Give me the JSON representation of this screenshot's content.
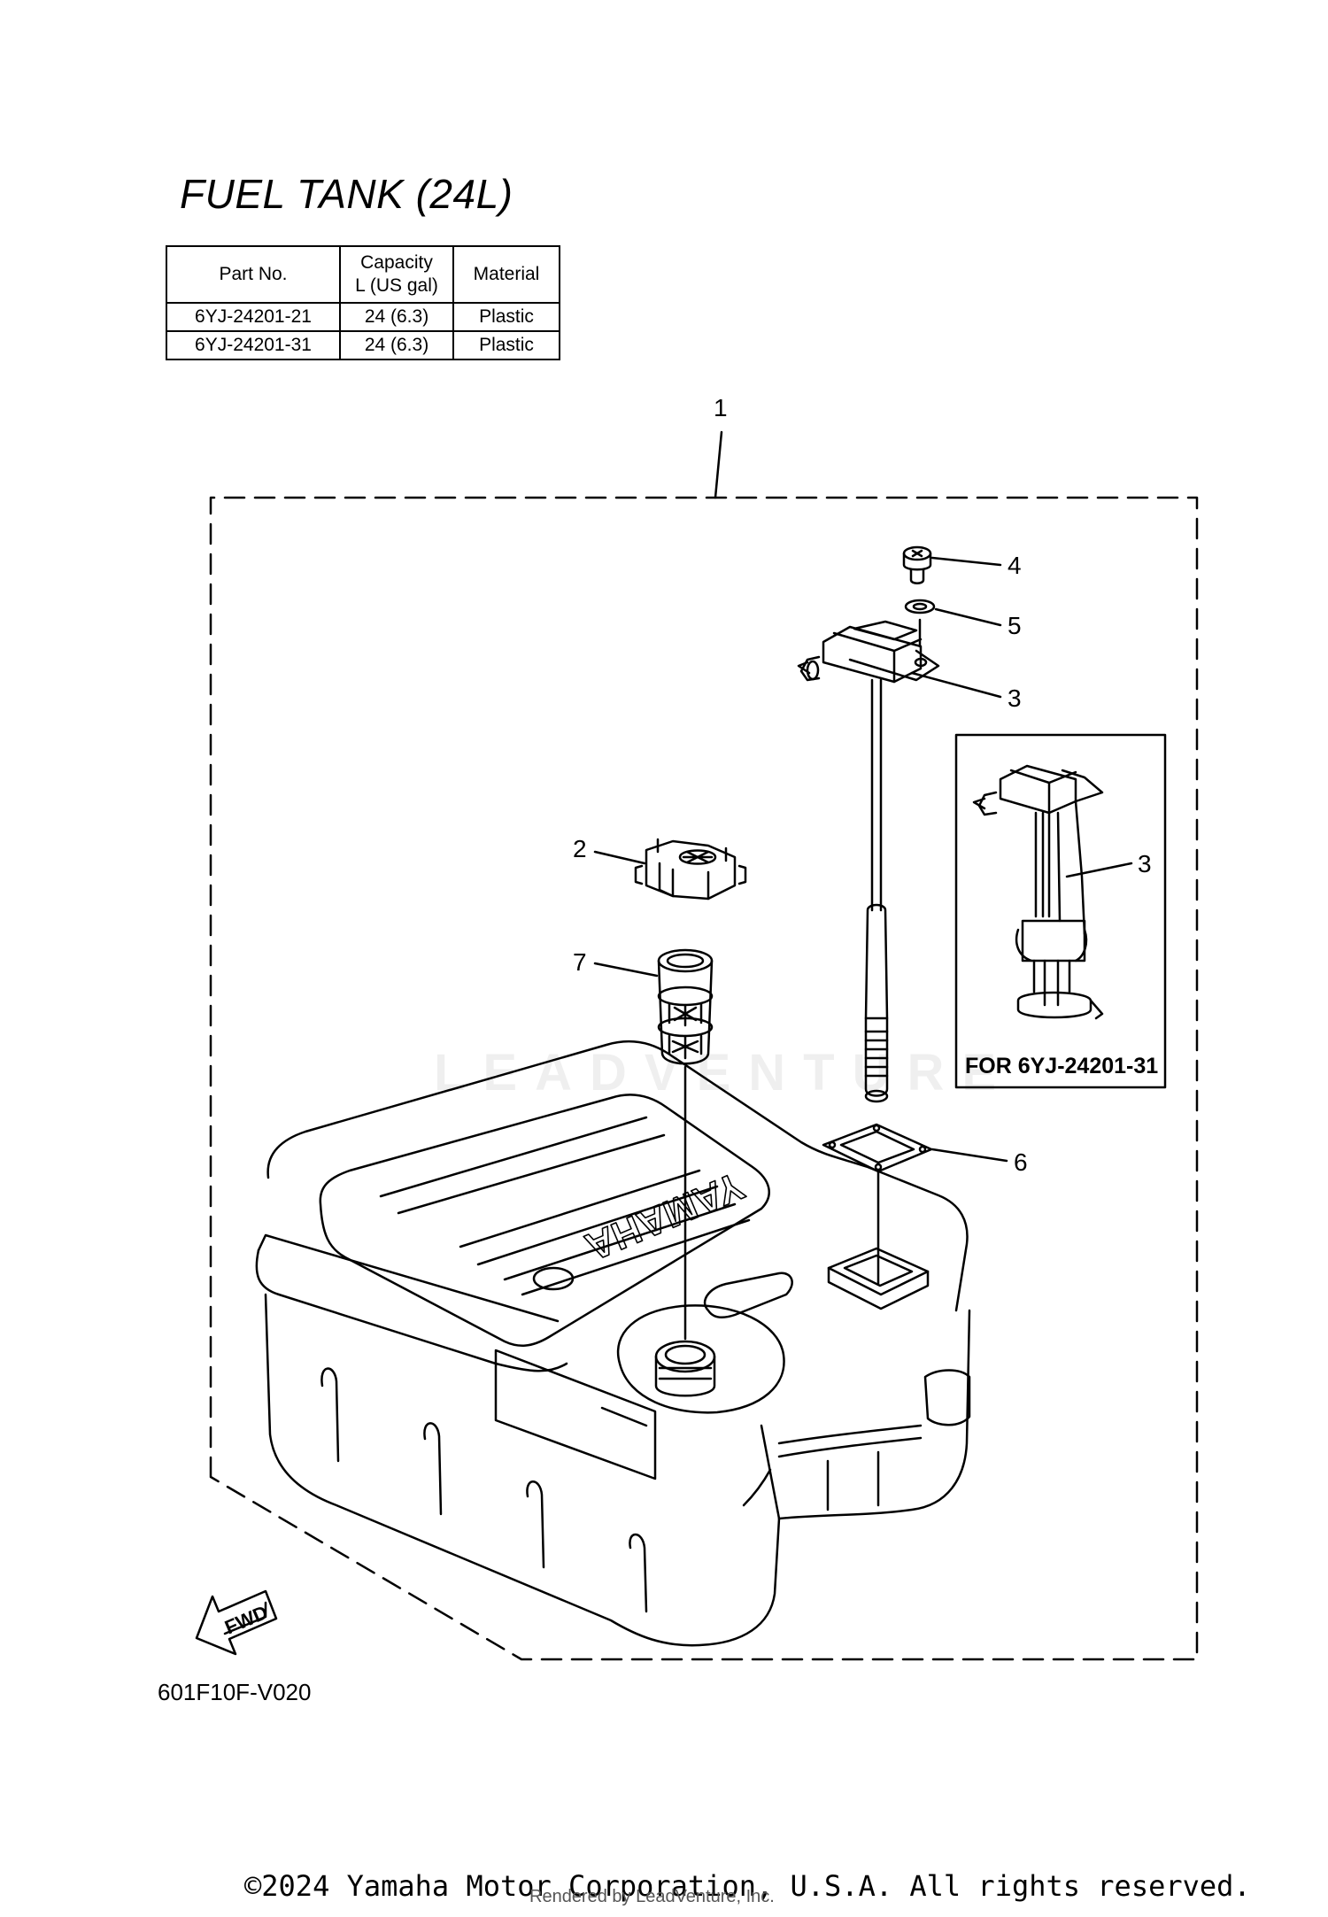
{
  "title": "FUEL TANK (24L)",
  "spec_table": {
    "headers": [
      "Part No.",
      "Capacity L (US gal)",
      "Material"
    ],
    "rows": [
      [
        "6YJ-24201-21",
        "24 (6.3)",
        "Plastic"
      ],
      [
        "6YJ-24201-31",
        "24 (6.3)",
        "Plastic"
      ]
    ]
  },
  "callouts": {
    "tank": "1",
    "fuel_cap": "2",
    "fuel_gauge": "3",
    "screw": "4",
    "washer": "5",
    "gasket": "6",
    "filter": "7",
    "inset_gauge": "3"
  },
  "inset_label": "FOR 6YJ-24201-31",
  "tank_brand": "YAMAHA",
  "fwd_arrow": "FWD",
  "figure_code": "601F10F-V020",
  "copyright": "©2024 Yamaha Motor Corporation, U.S.A. All rights reserved.",
  "rendered_by": "Rendered by LeadVenture, Inc.",
  "watermark": "LEADVENTURE"
}
